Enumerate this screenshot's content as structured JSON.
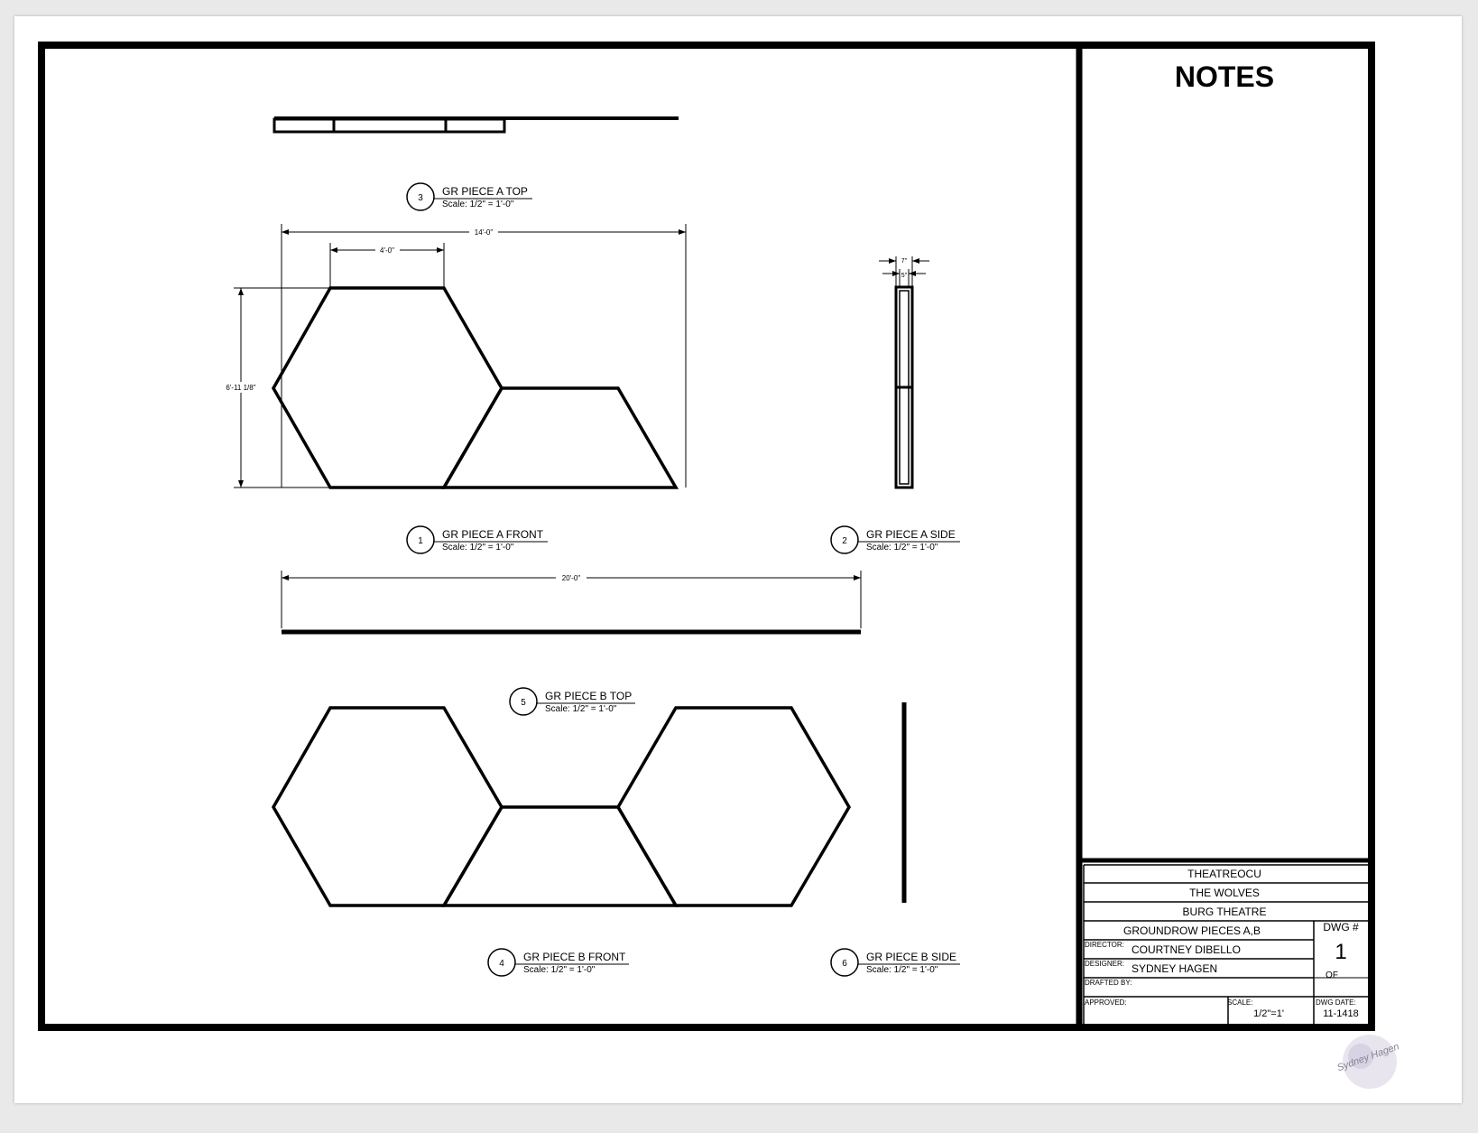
{
  "notes": {
    "heading": "NOTES"
  },
  "views": [
    {
      "number": "3",
      "title": "GR PIECE A TOP",
      "scale": "Scale: 1/2\" = 1'-0\""
    },
    {
      "number": "1",
      "title": "GR PIECE A FRONT",
      "scale": "Scale: 1/2\" = 1'-0\""
    },
    {
      "number": "2",
      "title": "GR PIECE A SIDE",
      "scale": "Scale: 1/2\" = 1'-0\""
    },
    {
      "number": "5",
      "title": "GR PIECE B TOP",
      "scale": "Scale: 1/2\" = 1'-0\""
    },
    {
      "number": "4",
      "title": "GR PIECE B FRONT",
      "scale": "Scale: 1/2\" = 1'-0\""
    },
    {
      "number": "6",
      "title": "GR PIECE B SIDE",
      "scale": "Scale: 1/2\" = 1'-0\""
    }
  ],
  "dimensions": {
    "overall_width_a": "14'-0\"",
    "hex_side": "4'-0\"",
    "height_a": "6'-11 1/8\"",
    "side_outer": "7\"",
    "side_inner": "5\"",
    "overall_width_b": "20'-0\""
  },
  "title_block": {
    "company": "THEATREOCU",
    "production": "THE WOLVES",
    "venue": "BURG THEATRE",
    "drawing_title": "GROUNDROW PIECES A,B",
    "dwg_label": "DWG #",
    "dwg_number": "1",
    "of_label": "OF",
    "director_label": "DIRECTOR:",
    "director": "COURTNEY DIBELLO",
    "designer_label": "DESIGNER:",
    "designer": "SYDNEY HAGEN",
    "drafted_label": "DRAFTED BY:",
    "approved_label": "APPROVED:",
    "scale_label": "SCALE:",
    "scale": "1/2\"=1'",
    "date_label": "DWG DATE:",
    "date": "11-1418"
  },
  "signature": "Sydney Hagen"
}
